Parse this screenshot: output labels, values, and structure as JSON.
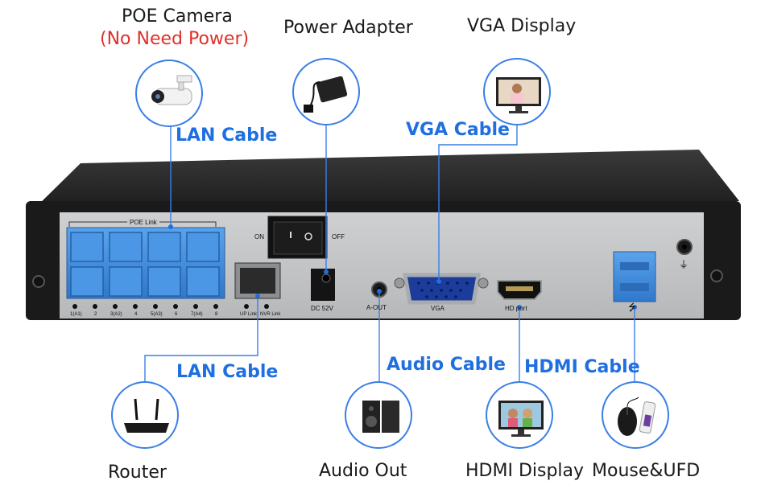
{
  "top_labels": {
    "poe_camera": "POE Camera",
    "poe_camera_note": "(No Need Power)",
    "power_adapter": "Power Adapter",
    "vga_display": "VGA Display"
  },
  "cables": {
    "lan_top": "LAN Cable",
    "vga": "VGA Cable",
    "lan_bottom": "LAN Cable",
    "audio": "Audio Cable",
    "hdmi": "HDMI Cable"
  },
  "bottom_labels": {
    "router": "Router",
    "audio_out": "Audio Out",
    "hdmi_display": "HDMI Display",
    "mouse_ufd": "Mouse&UFD"
  },
  "panel": {
    "poe_link": "POE Link",
    "switch_on": "ON",
    "switch_off": "OFF",
    "dc": "DC  52V",
    "a_out": "A-OUT",
    "vga_port": "VGA",
    "hd_port": "HD port",
    "usb_symbol": "⭍",
    "ground_symbol": "⏚",
    "up_link": "UP Link",
    "nvr_link": "NVR Link",
    "port_numbers": [
      "1(A1)",
      "2",
      "3(A2)",
      "4",
      "5(A3)",
      "6",
      "7(A4)",
      "8"
    ]
  },
  "colors": {
    "accent_blue": "#1f6fe0",
    "warning_red": "#e0302a",
    "port_blue": "#3d8ee0",
    "chassis": "#2a2a2a",
    "panel": "#c9cacc"
  }
}
